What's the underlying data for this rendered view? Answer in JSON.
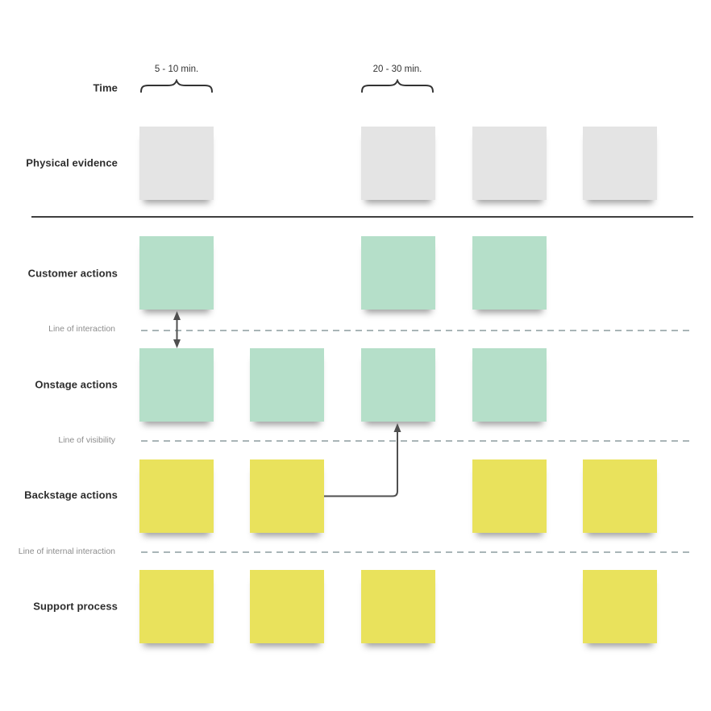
{
  "colors": {
    "background": "#ffffff",
    "note_grey": "#e4e4e4",
    "note_green": "#b5dfc9",
    "note_yellow": "#e9e25c",
    "dashed_line": "#a9b5b7",
    "solid_line": "#3f3f3f",
    "arrow": "#4f4f4f",
    "label_dark": "#2d2d2d",
    "label_grey": "#8d8d8d"
  },
  "time": {
    "label": "Time",
    "brackets": [
      {
        "label": "5 - 10 min.",
        "column": 1
      },
      {
        "label": "20 - 30 min.",
        "column": 3
      }
    ]
  },
  "rows": [
    {
      "id": "physical-evidence",
      "label": "Physical evidence",
      "note_color": "grey",
      "columns": [
        1,
        3,
        4,
        5
      ]
    },
    {
      "id": "customer-actions",
      "label": "Customer actions",
      "note_color": "green",
      "columns": [
        1,
        3,
        4
      ]
    },
    {
      "id": "onstage-actions",
      "label": "Onstage actions",
      "note_color": "green",
      "columns": [
        1,
        2,
        3,
        4
      ]
    },
    {
      "id": "backstage-actions",
      "label": "Backstage actions",
      "note_color": "yellow",
      "columns": [
        1,
        2,
        4,
        5
      ]
    },
    {
      "id": "support-process",
      "label": "Support process",
      "note_color": "yellow",
      "columns": [
        1,
        2,
        3,
        5
      ]
    }
  ],
  "separators": [
    {
      "id": "line-of-interaction",
      "label": "Line of interaction"
    },
    {
      "id": "line-of-visibility",
      "label": "Line of visibility"
    },
    {
      "id": "line-of-internal-interaction",
      "label": "Line of internal interaction"
    }
  ],
  "arrows": [
    {
      "id": "interaction-arrow",
      "type": "double-headed-vertical",
      "from": "customer-actions col 1",
      "to": "onstage-actions col 1"
    },
    {
      "id": "backstage-to-onstage-arrow",
      "type": "elbow-up",
      "from": "backstage-actions col 2",
      "to": "onstage-actions col 3"
    }
  ]
}
